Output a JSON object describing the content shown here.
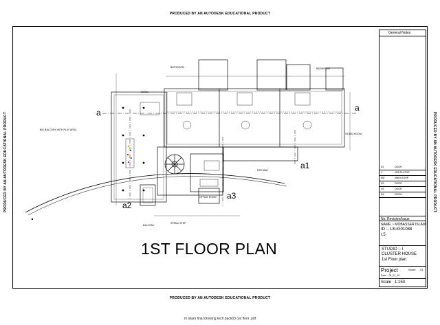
{
  "watermark": "PRODUCED BY AN AUTODESK EDUCATIONAL PRODUCT",
  "plan_title": "1ST FLOOR PLAN",
  "file_name": "m islam final drowing tech pack03-1st floor .pdf",
  "section_markers": {
    "a_left": "a",
    "a_right": "a",
    "a1": "a1",
    "a2": "a2",
    "a3": "a3"
  },
  "room_labels": {
    "bathroom_left": "BATHROOM",
    "bathroom_right": "BATHROOM",
    "big_balcony": "BIG BALCONY WITH PLAY AREA",
    "bed_room_03": "03 BED ROOM",
    "pathway": "PATHWAY",
    "office_room": "OFFICE ROOM",
    "spiral_step": "SPIRAL STEP",
    "balcony": "BALCONY",
    "small": "SMALL"
  },
  "title_block": {
    "general_notes": "General Notes",
    "schedule": [
      {
        "code": "D1",
        "name": "DOOR",
        "size": ""
      },
      {
        "code": "V",
        "name": "VENTILATOR",
        "size": ""
      },
      {
        "code": "MD",
        "name": "MAIN DOOR",
        "size": ""
      },
      {
        "code": "D2",
        "name": "DOOR",
        "size": ""
      },
      {
        "code": "D3",
        "name": "DOOR",
        "size": ""
      },
      {
        "code": "D4",
        "name": "DOOR",
        "size": ""
      }
    ],
    "revision_header": "No. Revision/Issue",
    "name_line": "NAME :- MOBASSER ISLAM",
    "id_line": "ID :- 13UG01088",
    "id_suffix": "I.5",
    "studio_line": "STUDIO :- I",
    "project_desc": "CLUSTER HOUSE",
    "drawing_desc": "1st Floor plan",
    "project_label": "Project",
    "sheet_label": "Sheet",
    "sheet_no": "01",
    "date_line": "Date :- 05_01_15",
    "scale_label": "Scale",
    "scale_value": "1:150"
  }
}
